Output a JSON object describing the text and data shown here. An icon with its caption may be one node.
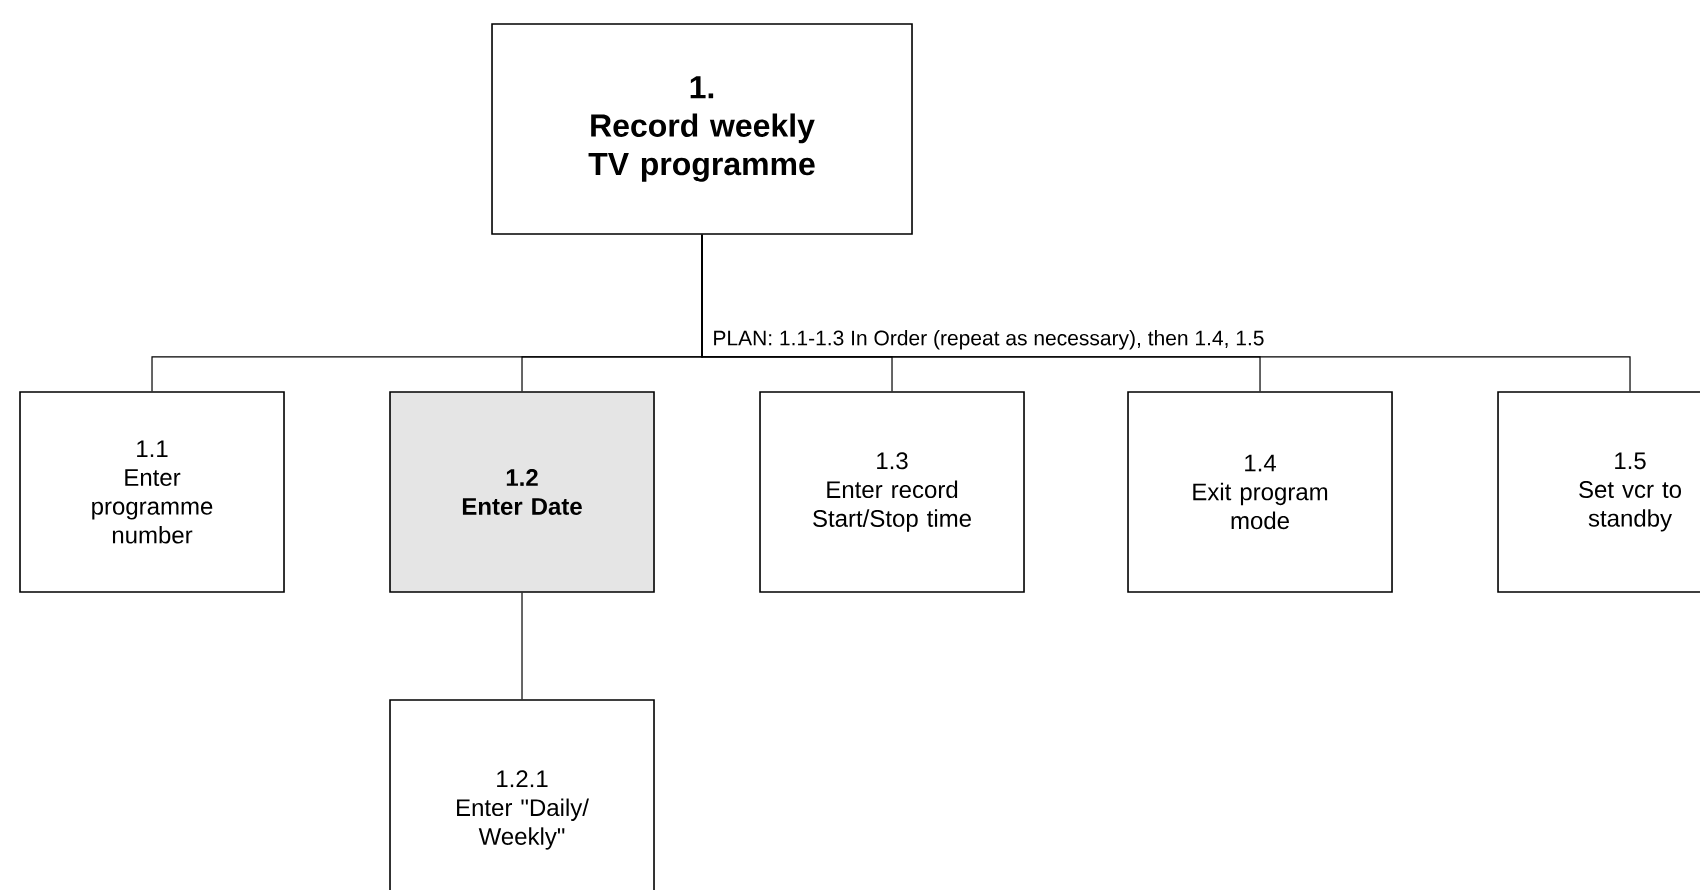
{
  "diagram": {
    "nodes": [
      {
        "text": [
          "1.",
          "Record weekly TV programme"
        ]
      },
      {
        "text": [
          "1.1",
          "Enter programme number"
        ]
      },
      {
        "text": [
          "1.2",
          "Enter Date"
        ]
      },
      {
        "text": [
          "1.3",
          "Enter record Start/Stop time"
        ]
      },
      {
        "text": [
          "1.4",
          "Exit program mode"
        ]
      },
      {
        "text": [
          "1.5",
          "Set vcr to standby"
        ]
      },
      {
        "text": [
          "1.2.1",
          "Enter \"Daily/ Weekly\""
        ]
      }
    ],
    "edges": [
      {
        "from": 0,
        "to": 1,
        "arrow": "none"
      },
      {
        "from": 0,
        "to": 2,
        "arrow": "none"
      },
      {
        "from": 0,
        "to": 3,
        "arrow": "none"
      },
      {
        "from": 0,
        "to": 4,
        "arrow": "none"
      },
      {
        "from": 0,
        "to": 5,
        "arrow": "none"
      },
      {
        "from": 2,
        "to": 6,
        "arrow": "none"
      }
    ],
    "labels": [
      "PLAN: 1.1-1.3 In Order (repeat as necessary), then 1.4, 1.5"
    ]
  }
}
